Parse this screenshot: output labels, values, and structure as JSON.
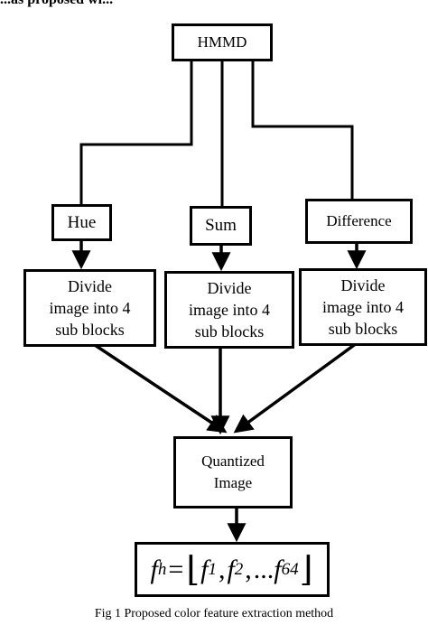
{
  "header": {
    "partial_text": "...as proposed wi..."
  },
  "nodes": {
    "hmmd": "HMMD",
    "hue": "Hue",
    "sum": "Sum",
    "difference": "Difference",
    "divide_1": [
      "Divide",
      "image into 4",
      "sub blocks"
    ],
    "divide_2": [
      "Divide",
      "image into 4",
      "sub blocks"
    ],
    "divide_3": [
      "Divide",
      "image into 4",
      "sub blocks"
    ],
    "quantized": [
      "Quantized",
      "Image"
    ]
  },
  "formula": {
    "lhs": "f",
    "lhs_sub": "h",
    "equals": "=",
    "term1": "f",
    "term1_sub": "1",
    "term2": "f",
    "term2_sub": "2",
    "ellipsis": "...",
    "term3": "f",
    "term3_sub": "64"
  },
  "caption": "Fig 1 Proposed color feature extraction method",
  "colors": {
    "line": "#000000",
    "background": "#ffffff"
  }
}
